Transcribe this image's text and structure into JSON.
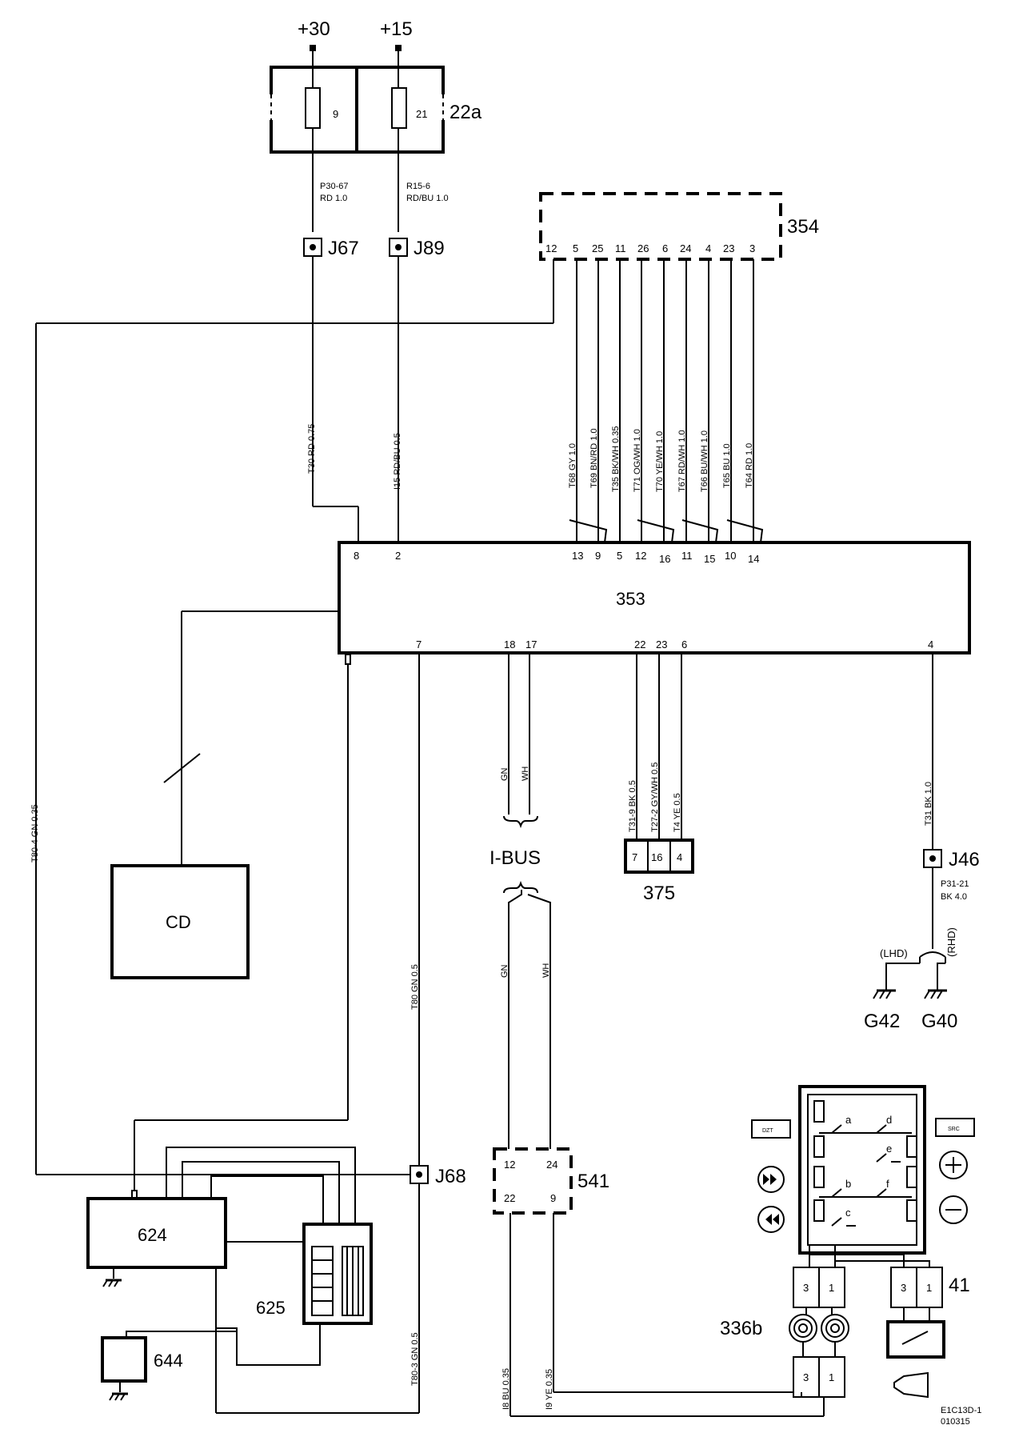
{
  "supply": {
    "plus30": "+30",
    "plus15": "+15"
  },
  "fusebox": {
    "id": "22a",
    "fuse9": "9",
    "fuse21": "21"
  },
  "wires_top": {
    "w30_code": "P30-67",
    "w30_spec": "RD    1.0",
    "w15_code": "R15-6",
    "w15_spec": "RD/BU    1.0"
  },
  "junctions": {
    "j67": "J67",
    "j89": "J89",
    "j46": "J46",
    "j68": "J68"
  },
  "unit354": {
    "id": "354",
    "pins": [
      "12",
      "5",
      "25",
      "11",
      "26",
      "6",
      "24",
      "4",
      "23",
      "3"
    ]
  },
  "unit353": {
    "id": "353",
    "top_pins": [
      "8",
      "2",
      "13",
      "9",
      "5",
      "12",
      "16",
      "11",
      "15",
      "10",
      "14"
    ],
    "bottom_pins": [
      "7",
      "18",
      "17",
      "22",
      "23",
      "6",
      "4"
    ]
  },
  "vertical_labels": {
    "t30": "T30   RD   0.75",
    "i15": "I15   RD/BU   0.5",
    "t68": "T68   GY   1.0",
    "t69": "T69   BN/RD   1.0",
    "t35": "T35   BK/WH   0.35",
    "t71": "T71   OG/WH   1.0",
    "t70": "T70   YE/WH   1.0",
    "t67": "T67   RD/WH   1.0",
    "t66": "T66   BU/WH   1.0",
    "t65": "T65   BU   1.0",
    "t64": "T64   RD   1.0",
    "t80_4": "T80-4   GN   0.35",
    "t80": "T80   GN   0.5",
    "t80_3": "T80-3   GN   0.5",
    "ibus_gn_top": "GN",
    "ibus_wh_top": "WH",
    "ibus_gn_bot": "GN",
    "ibus_wh_bot": "WH",
    "t31_9": "T31-9   BK   0.5",
    "t27_2": "T27-2   GY/WH   0.5",
    "t4": "T4   YE   0.5",
    "t31": "T31   BK   1.0",
    "rhd": "(RHD)",
    "i8": "I8   BU   0.35",
    "i9": "I9   YE   0.35"
  },
  "ibus": {
    "label": "I-BUS"
  },
  "cd": {
    "label": "CD"
  },
  "conn375": {
    "id": "375",
    "pins": [
      "7",
      "16",
      "4"
    ]
  },
  "ground": {
    "wire_code": "P31-21",
    "wire_spec": "BK    4.0",
    "lhd": "(LHD)",
    "g42": "G42",
    "g40": "G40"
  },
  "comp624": {
    "id": "624"
  },
  "comp625": {
    "id": "625"
  },
  "comp644": {
    "id": "644"
  },
  "conn541": {
    "id": "541",
    "pins": [
      "12",
      "24",
      "22",
      "9"
    ]
  },
  "switch_panel": {
    "contacts": [
      "a",
      "b",
      "c",
      "d",
      "e",
      "f"
    ],
    "btn_left": "DZT",
    "btn_right": "SRC"
  },
  "conn41": {
    "id": "41",
    "pins": [
      "3",
      "1"
    ]
  },
  "conn336b": {
    "id": "336b",
    "pins_top": [
      "3",
      "1"
    ],
    "pins_bottom": [
      "3",
      "1"
    ]
  },
  "footer": {
    "ref": "E1C13D-1",
    "date": "010315"
  }
}
